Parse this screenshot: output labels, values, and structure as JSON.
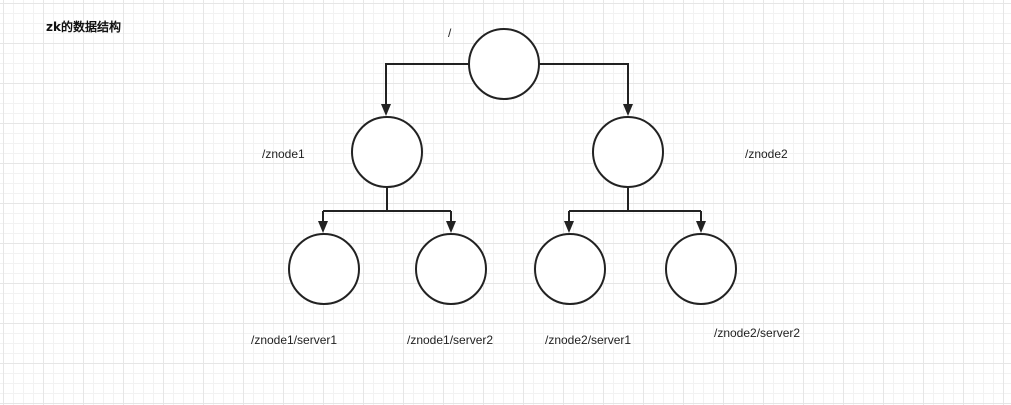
{
  "title": "zk的数据结构",
  "nodes": {
    "root": {
      "label": "/"
    },
    "znode1": {
      "label": "/znode1"
    },
    "znode2": {
      "label": "/znode2"
    },
    "znode1_server1": {
      "label": "/znode1/server1"
    },
    "znode1_server2": {
      "label": "/znode1/server2"
    },
    "znode2_server1": {
      "label": "/znode2/server1"
    },
    "znode2_server2": {
      "label": "/znode2/server2"
    }
  },
  "colors": {
    "stroke": "#222222",
    "node_fill": "#ffffff",
    "grid": "#e6e6e6"
  }
}
